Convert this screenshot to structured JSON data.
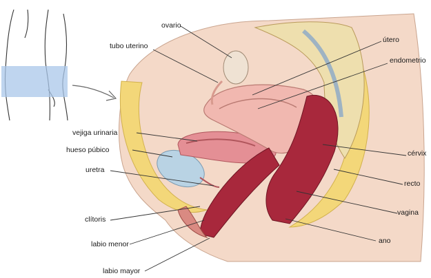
{
  "labels": {
    "ovario": "ovario",
    "tubo_uterino": "tubo uterino",
    "utero": "útero",
    "endometrio": "endometrio",
    "vejiga": "vejiga urinaria",
    "hueso": "hueso púbico",
    "uretra": "uretra",
    "cervix": "cérvix",
    "recto": "recto",
    "clitoris": "clítoris",
    "vagina": "vagina",
    "labio_menor": "labio menor",
    "ano": "ano",
    "labio_mayor": "labio mayor"
  },
  "colors": {
    "skin": "#f4d9c8",
    "fat": "#f3d779",
    "bone": "#eedfae",
    "uterus": "#f1b8b0",
    "rectum": "#a8283c",
    "bladder": "#e48f95",
    "pubic_bone": "#b9d3e4",
    "inset_box": "#a9c7ea"
  }
}
